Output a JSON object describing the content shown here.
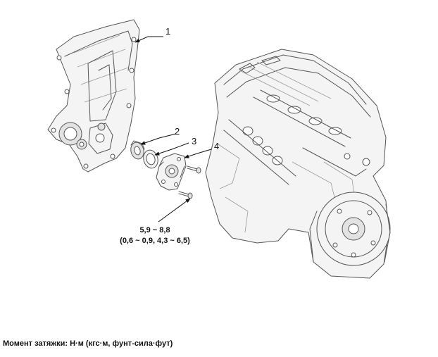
{
  "callouts": [
    {
      "id": "1",
      "text": "1"
    },
    {
      "id": "2",
      "text": "2"
    },
    {
      "id": "3",
      "text": "3"
    },
    {
      "id": "4",
      "text": "4"
    }
  ],
  "torque": {
    "line1": "5,9 ~ 8,8",
    "line2": "(0,6 ~ 0,9, 4,3 ~ 6,5)"
  },
  "footer": {
    "text": "Момент затяжки: Н·м (кгс·м, фунт-сила·фут)"
  }
}
